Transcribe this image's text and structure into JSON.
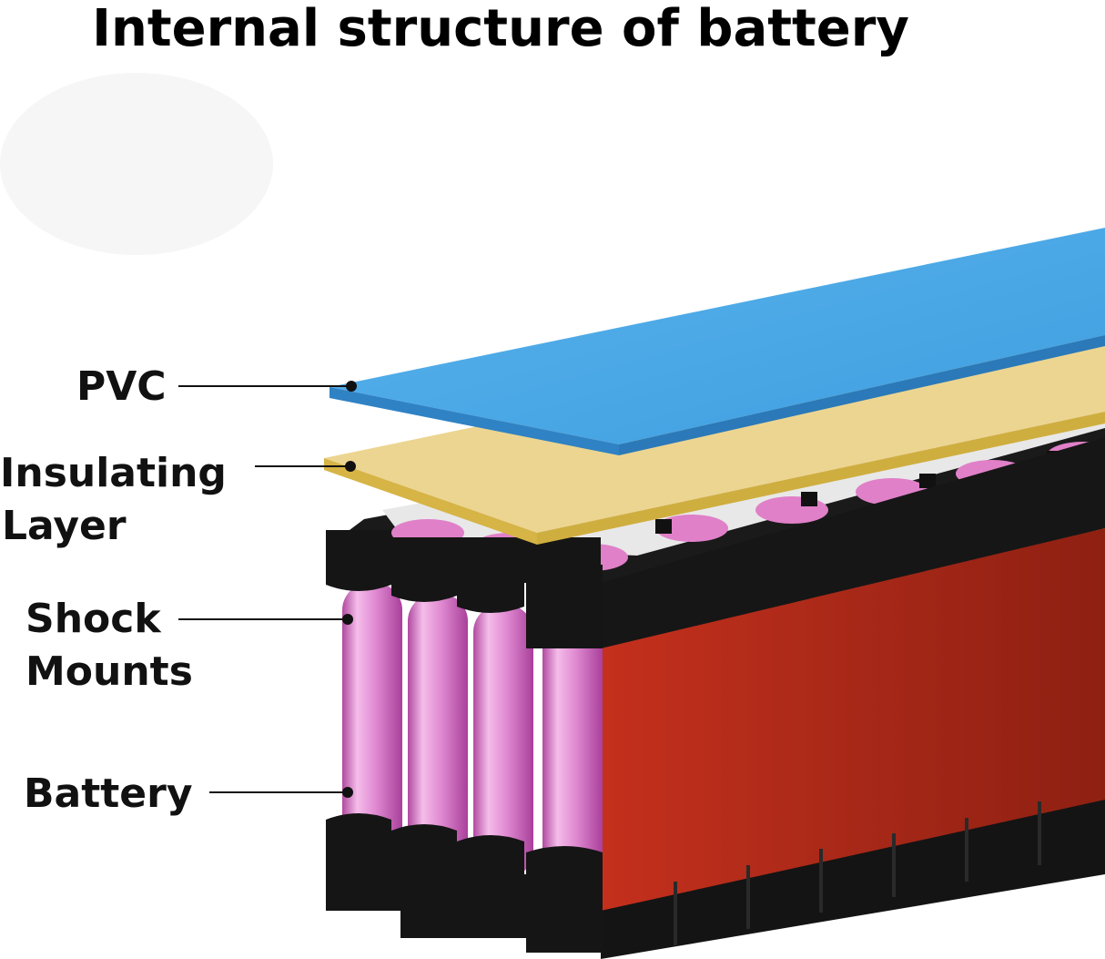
{
  "title": "Internal structure of battery",
  "labels": {
    "pvc": "PVC",
    "insulating_1": "Insulating",
    "insulating_2": "Layer",
    "shock_1": "Shock",
    "shock_2": "Mounts",
    "battery": "Battery"
  },
  "colors": {
    "pvc_top": "#4aa8e6",
    "pvc_edge": "#2f82c4",
    "insulating_top": "#ecd591",
    "insulating_edge": "#d7b648",
    "holder": "#141414",
    "cell": "#d97ac8",
    "cell_highlight": "#f3b7e8",
    "cell_shadow": "#b04c9e",
    "wrap": "#b42a18",
    "wrap_dark": "#8c1e10",
    "nickel": "#d9d9d9"
  }
}
